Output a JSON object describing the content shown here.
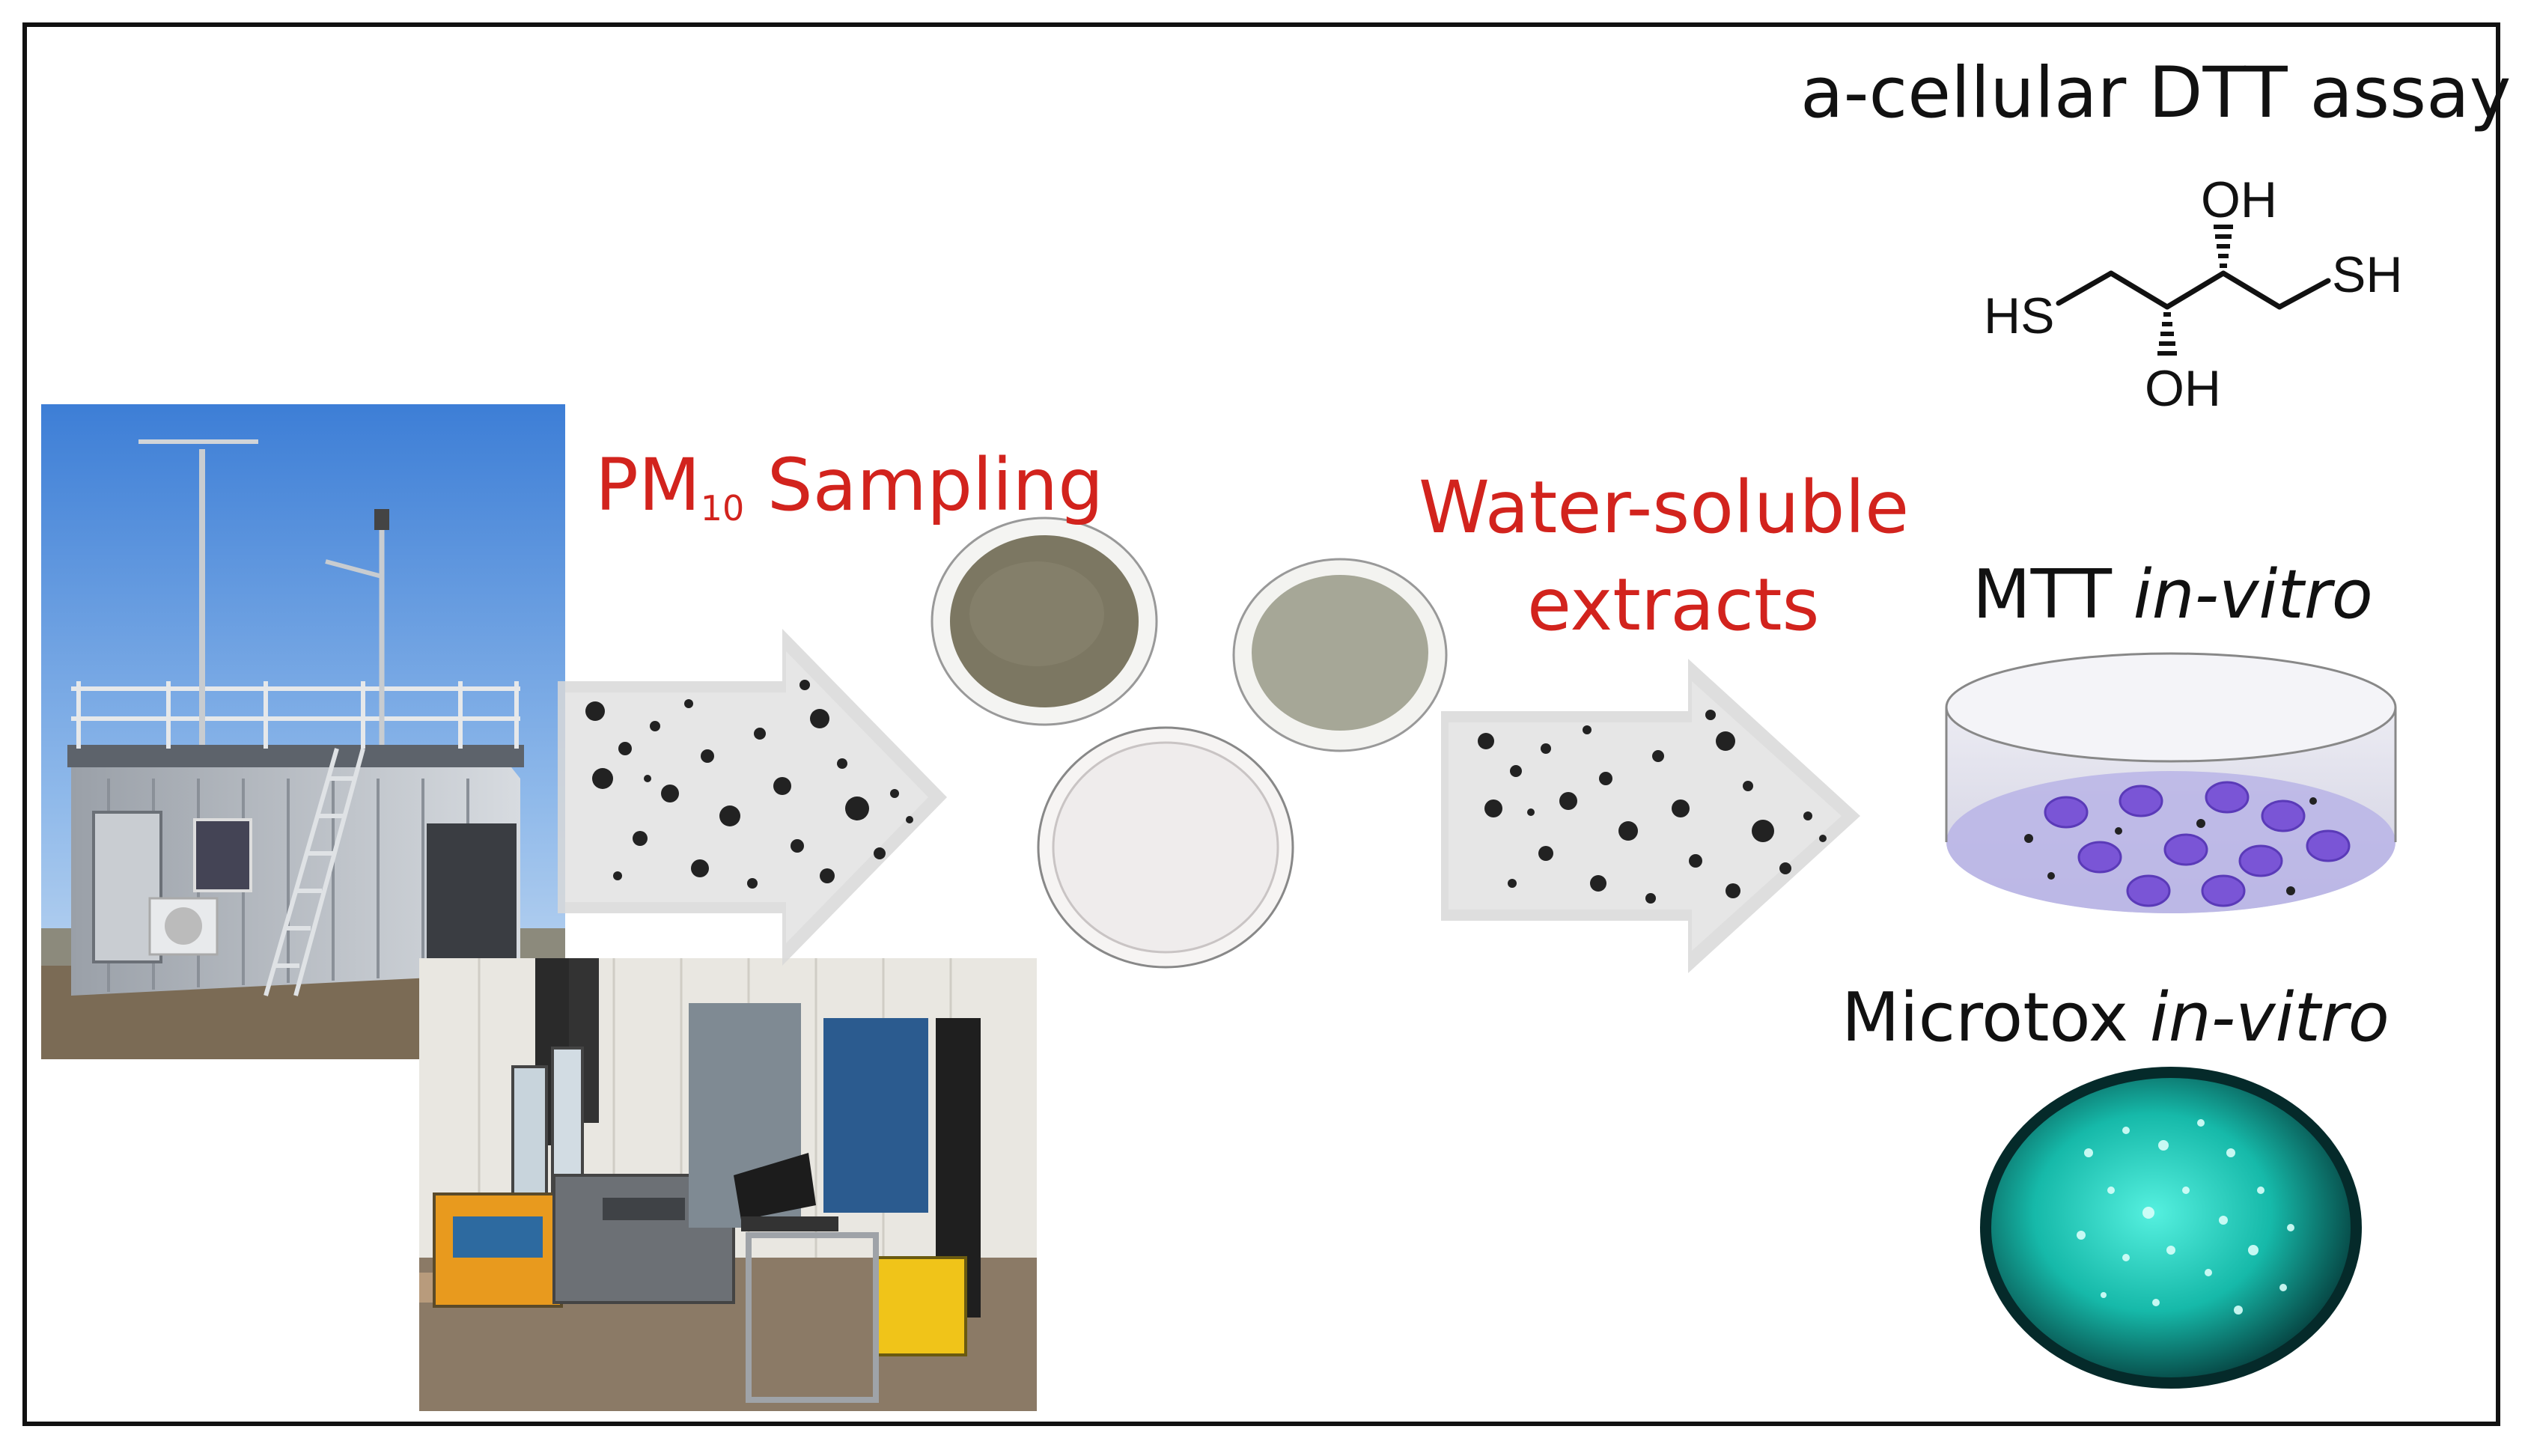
{
  "labels": {
    "sampling_main": "PM",
    "sampling_sub": "10",
    "sampling_rest": " Sampling",
    "extracts_line1": "Water-soluble",
    "extracts_line2": "extracts",
    "dtt_title": "a-cellular  DTT assay",
    "mtt_main": "MTT ",
    "mtt_italic": "in-vitro",
    "microtox_main": "Microtox  ",
    "microtox_italic": "in-vitro"
  },
  "molecule": {
    "oh_top": "OH",
    "oh_bottom": "OH",
    "sh_right": "SH",
    "hs_left": "HS"
  },
  "colors": {
    "accent_red": "#d2231d",
    "frame": "#111111",
    "dish_purple": "#b8b4e6",
    "cell_purple": "#7a55d6",
    "microtox_cyan": "#2ad6c5"
  }
}
